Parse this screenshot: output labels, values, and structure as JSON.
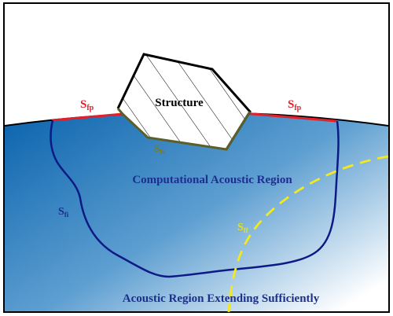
{
  "labels": {
    "structure": "Structure",
    "sfp_left": "S",
    "sfp_left_sub": "fp",
    "sfp_right": "S",
    "sfp_right_sub": "fp",
    "sfs": "S",
    "sfs_sub": "fs",
    "sfi": "S",
    "sfi_sub": "fi",
    "sff": "S",
    "sff_sub": "ff",
    "computational_region": "Computational Acoustic Region",
    "extending_region": "Acoustic Region Extending Sufficiently"
  },
  "colors": {
    "water_dark": "#0a63ad",
    "water_light": "#ffffff",
    "free_surface": "#e0202a",
    "interface_curve": "#0d1a86",
    "far_field_curve": "#f2ea1c",
    "structure_wetted": "#5b5f2a",
    "region_text": "#1c2f8e",
    "sfp_text": "#e0202a",
    "sfs_text": "#7a7a20",
    "sff_text": "#e6e01a",
    "outline": "#000000"
  }
}
